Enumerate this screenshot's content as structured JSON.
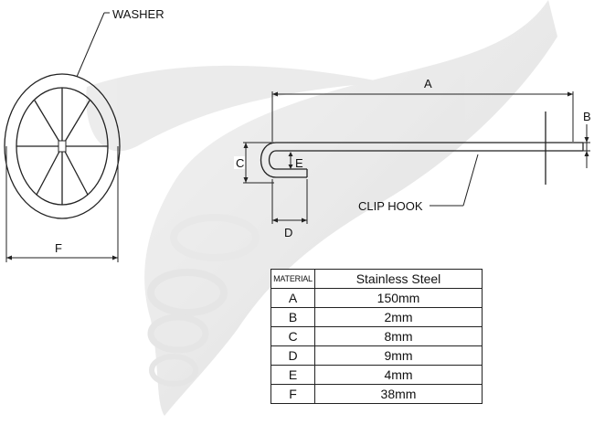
{
  "labels": {
    "washer": "WASHER",
    "clip_hook": "CLIP HOOK",
    "dim_a": "A",
    "dim_b": "B",
    "dim_c": "C",
    "dim_d": "D",
    "dim_e": "E",
    "dim_f": "F"
  },
  "table": {
    "header": {
      "key": "MATERIAL",
      "value": "Stainless Steel"
    },
    "rows": [
      {
        "key": "A",
        "value": "150mm"
      },
      {
        "key": "B",
        "value": "2mm"
      },
      {
        "key": "C",
        "value": "8mm"
      },
      {
        "key": "D",
        "value": "9mm"
      },
      {
        "key": "E",
        "value": "4mm"
      },
      {
        "key": "F",
        "value": "38mm"
      }
    ]
  },
  "colors": {
    "line": "#222222",
    "watermark": "#d4d4d4"
  },
  "icons": {
    "watermark": "wing-watermark-icon"
  }
}
